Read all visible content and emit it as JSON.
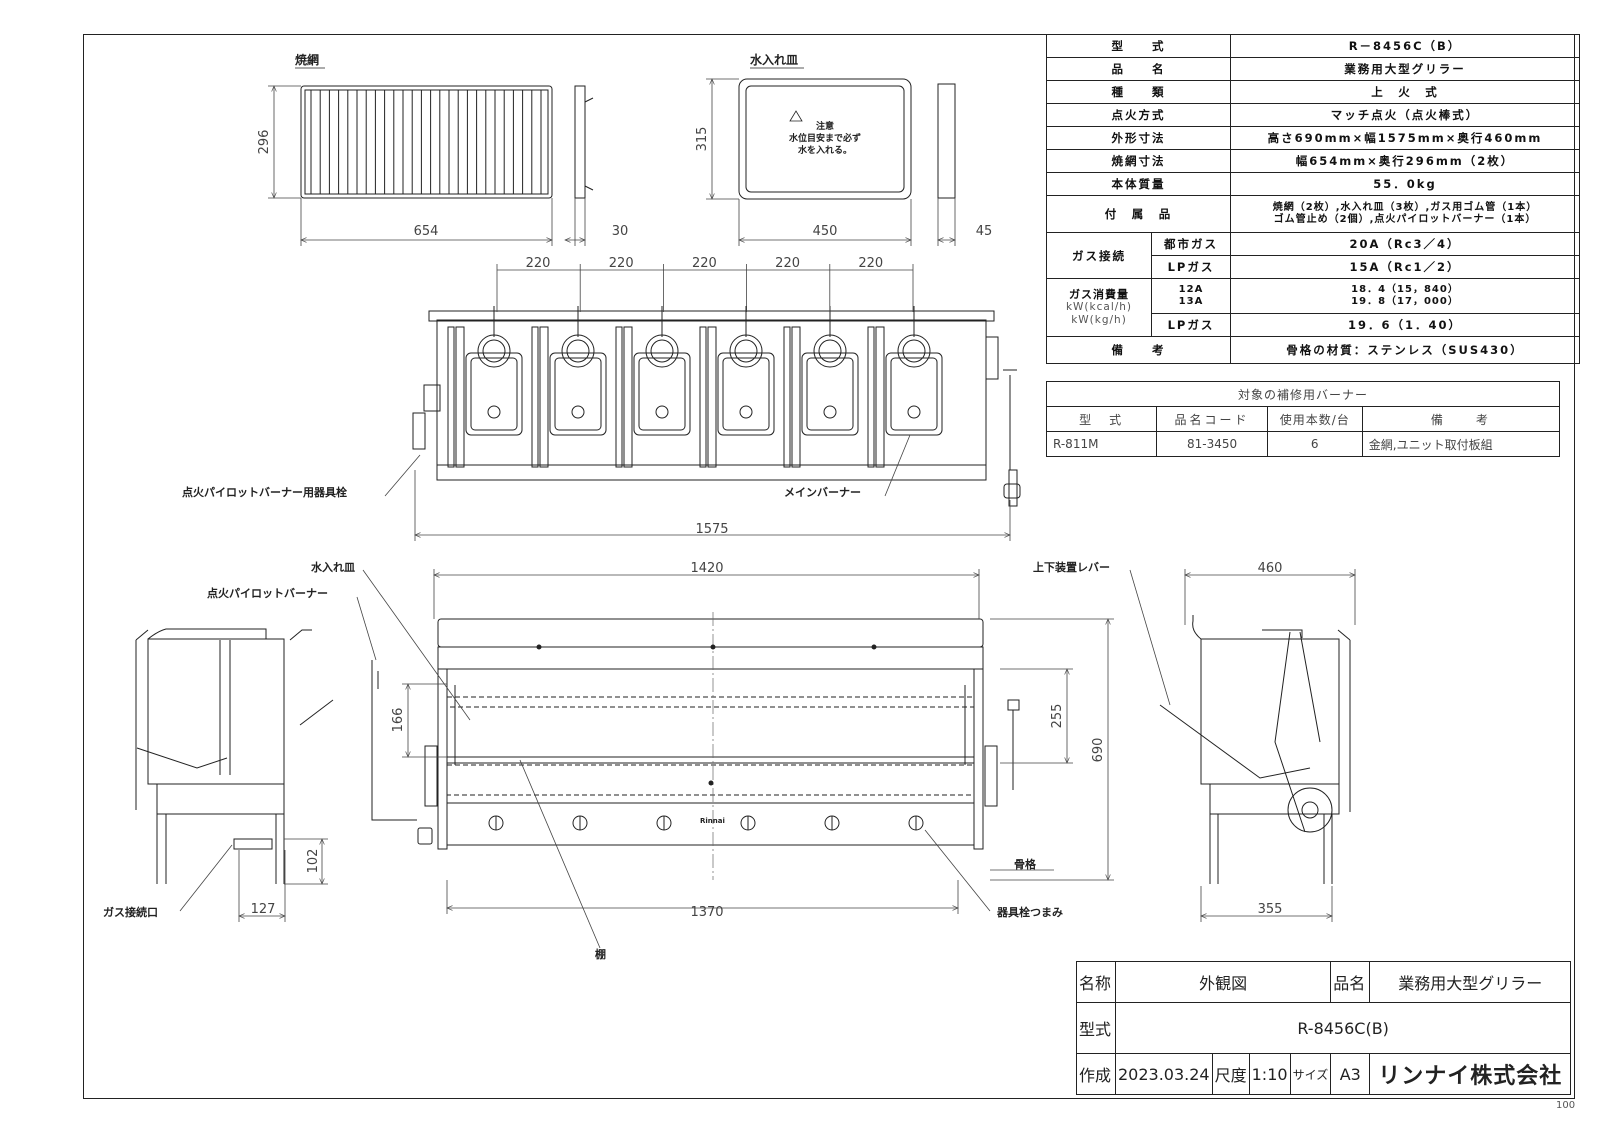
{
  "spec": {
    "rows": [
      {
        "label": "型　　式",
        "value": "R－8456C（B）"
      },
      {
        "label": "品　　名",
        "value": "業務用大型グリラー"
      },
      {
        "label": "種　　類",
        "value": "上　火　式"
      },
      {
        "label": "点火方式",
        "value": "マッチ点火（点火棒式）"
      },
      {
        "label": "外形寸法",
        "value": "高さ690mm×幅1575mm×奥行460mm"
      },
      {
        "label": "焼網寸法",
        "value": "幅654mm×奥行296mm（2枚）"
      },
      {
        "label": "本体質量",
        "value": "55．0kg"
      }
    ],
    "accessories_label": "付　属　品",
    "accessories_line1": "焼網（2枚）,水入れ皿（3枚）,ガス用ゴム管（1本）",
    "accessories_line2": "ゴム管止め（2個）,点火パイロットバーナー（1本）",
    "gas_conn_label": "ガス接続",
    "gas_city_label": "都市ガス",
    "gas_city_value": "20A（Rc3／4）",
    "gas_lp_label": "LPガス",
    "gas_lp_value": "15A（Rc1／2）",
    "consumption_label": "ガス消費量",
    "consumption_unit1": "kW(kcal/h)",
    "consumption_unit2": "kW(kg/h)",
    "c12a_label": "12A",
    "c13a_label": "13A",
    "c12a_value": "18．4（15，840）",
    "c13a_value": "19．8（17，000）",
    "clp_label": "LPガス",
    "clp_value": "19．6（1．40）",
    "remarks_label": "備　　考",
    "remarks_value": "骨格の材質：ステンレス（SUS430）"
  },
  "burner_table": {
    "caption": "対象の補修用バーナー",
    "headers": [
      "型　式",
      "品名コード",
      "使用本数/台",
      "備　　考"
    ],
    "row": [
      "R-811M",
      "81-3450",
      "6",
      "金網,ユニット取付板組"
    ]
  },
  "title_block": {
    "name_label": "名称",
    "name_value": "外観図",
    "product_label": "品名",
    "product_value": "業務用大型グリラー",
    "model_label": "型式",
    "model_value": "R-8456C(B)",
    "created_label": "作成",
    "created_value": "2023.03.24",
    "scale_label": "尺度",
    "scale_value": "1:10",
    "size_label": "サイズ",
    "size_value": "A3",
    "company": "リンナイ株式会社"
  },
  "page_number": "100",
  "drawing": {
    "labels": {
      "grill_net": "焼網",
      "water_tray": "水入れ皿",
      "caution_title": "注意",
      "caution_line1": "水位目安まで必ず",
      "caution_line2": "水を入れる。",
      "pilot_valve": "点火パイロットバーナー用器具栓",
      "main_burner": "メインバーナー",
      "water_tray_front": "水入れ皿",
      "pilot_burner": "点火パイロットバーナー",
      "lift_lever": "上下装置レバー",
      "frame": "骨格",
      "valve_knob": "器具栓つまみ",
      "gas_inlet": "ガス接続口",
      "shelf": "棚",
      "brand": "Rinnai"
    },
    "dims": {
      "net_w": "654",
      "net_d": "296",
      "net_side": "30",
      "tray_w": "450",
      "tray_d": "315",
      "tray_side": "45",
      "pitch": "220",
      "total_w": "1575",
      "front_w": "1420",
      "front_inner": "1370",
      "h166": "166",
      "h255": "255",
      "h690": "690",
      "side_d": "460",
      "side_base": "355",
      "left_base": "127",
      "left_h": "102"
    }
  }
}
